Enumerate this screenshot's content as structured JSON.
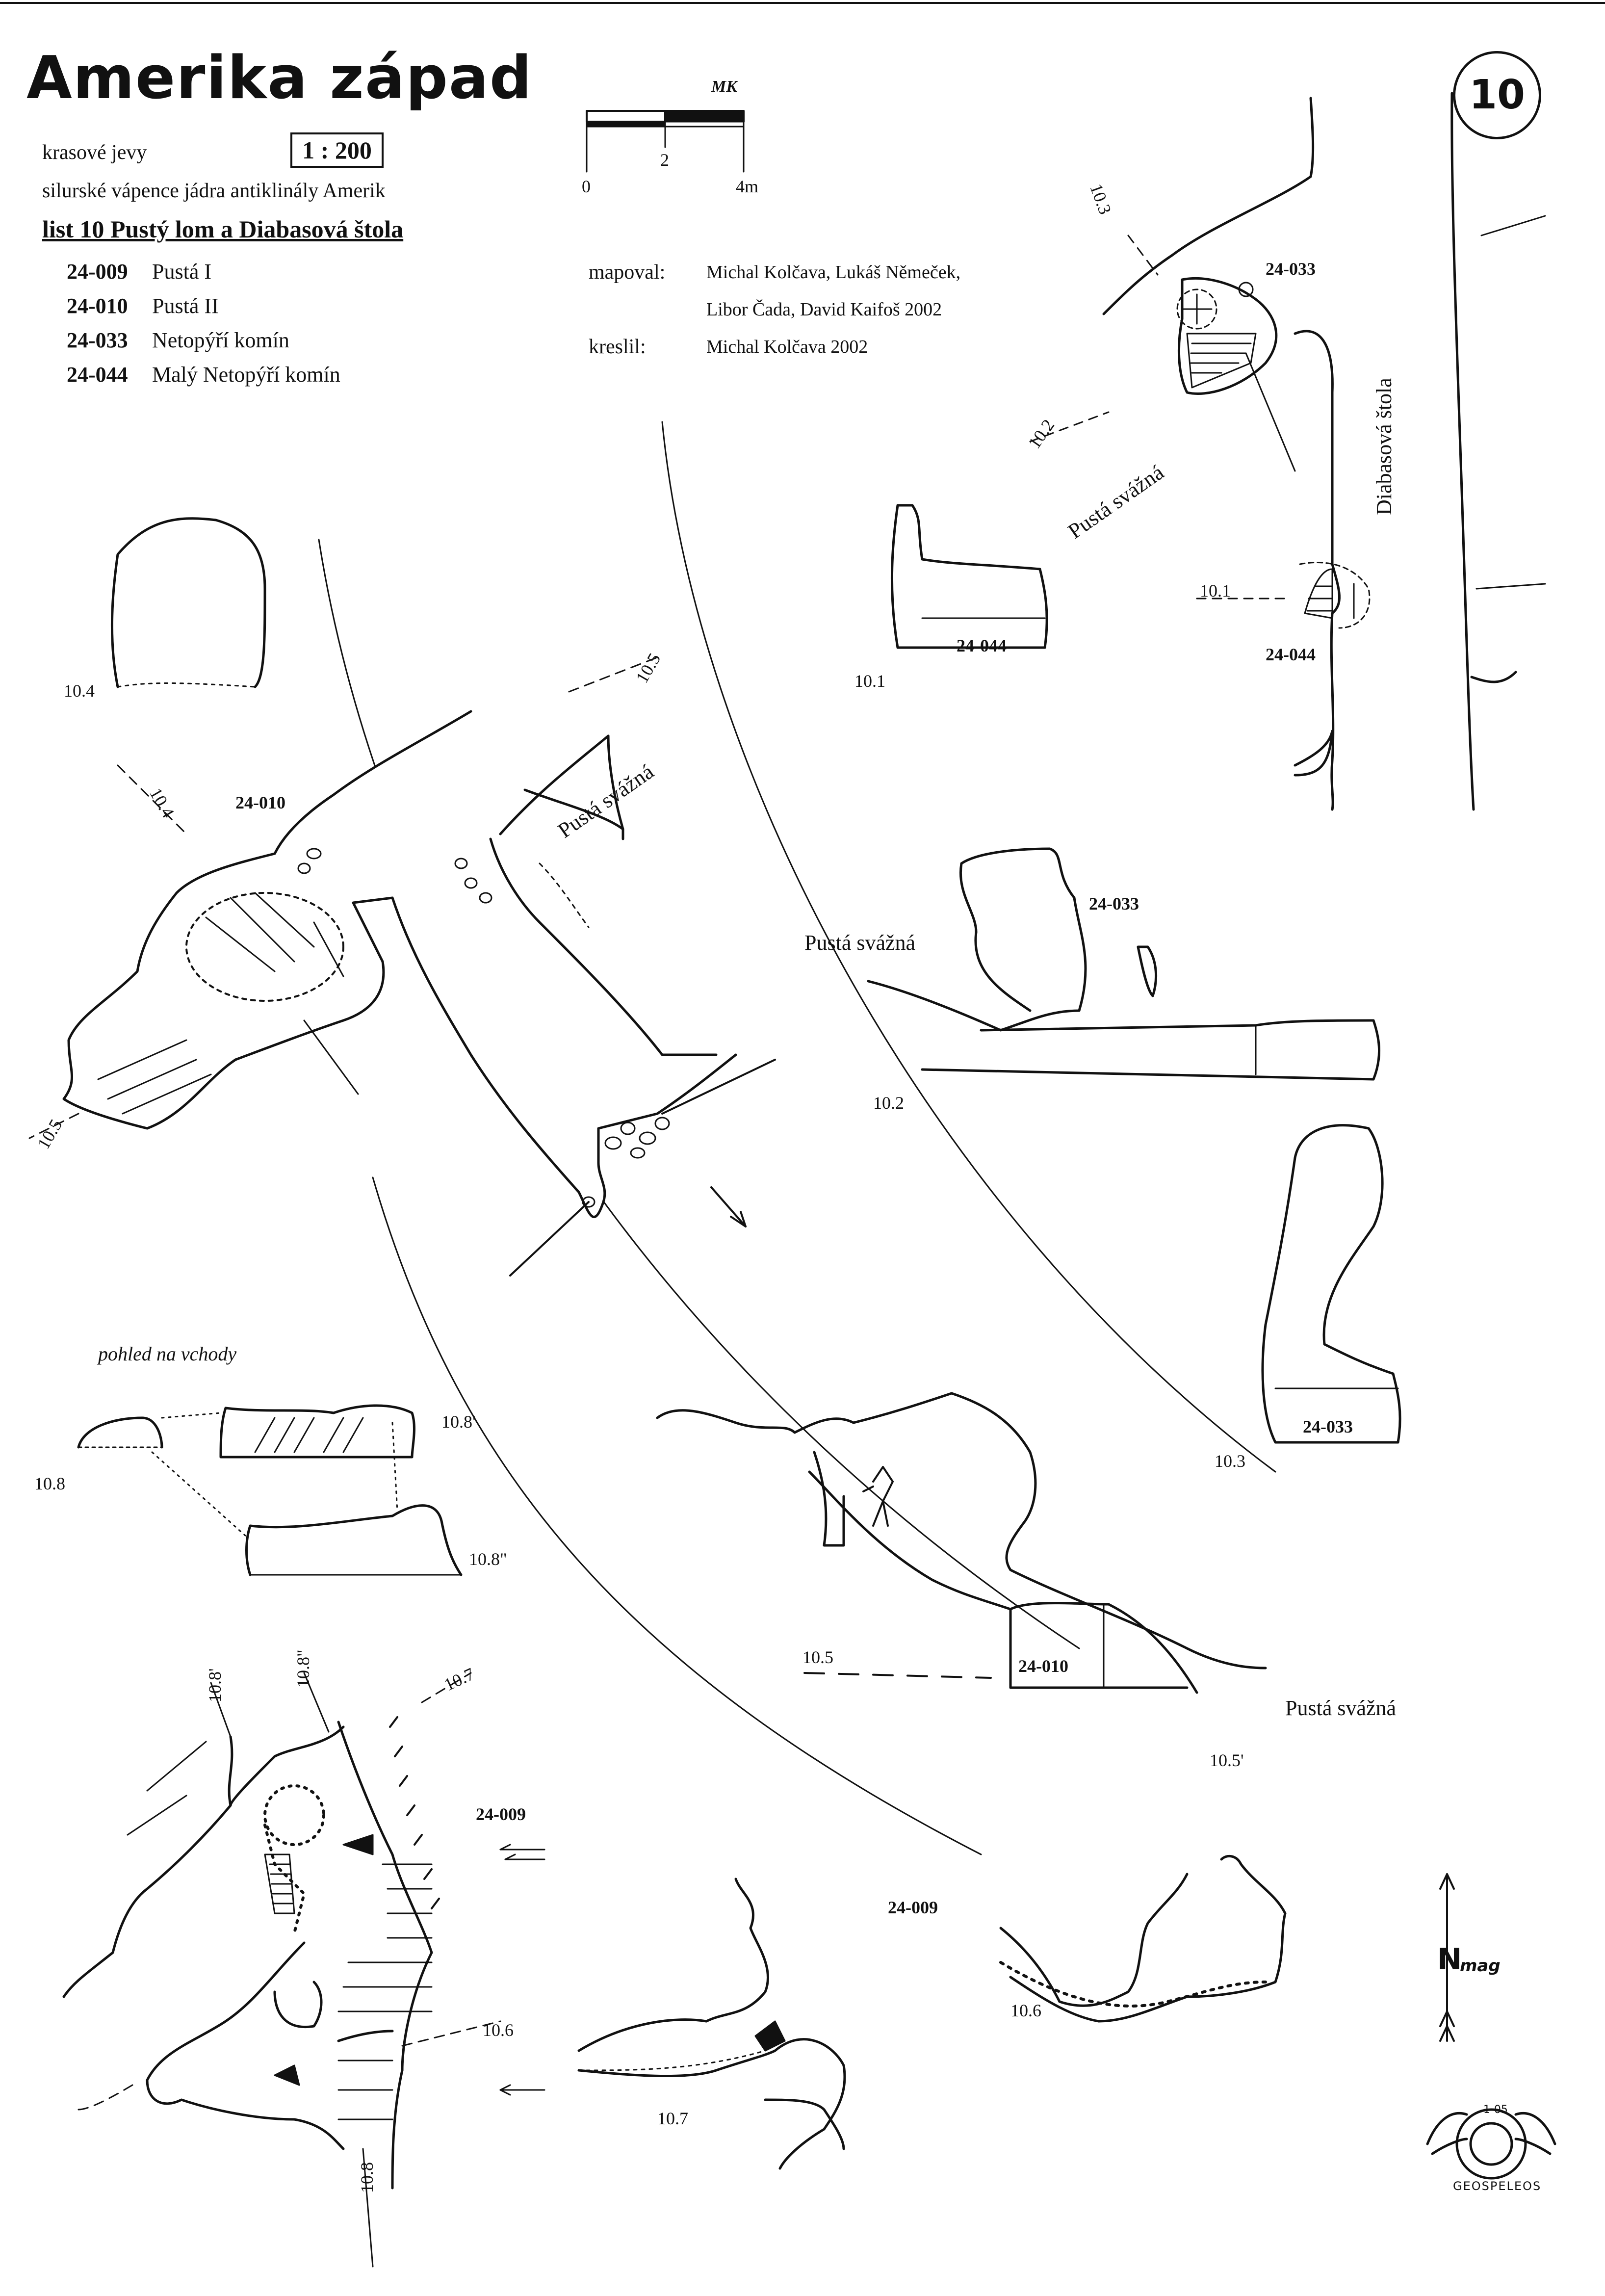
{
  "header": {
    "title": "Amerika západ",
    "subtitle_1": "krasové jevy",
    "scale": "1 : 200",
    "subtitle_2": "silurské vápence jádra antiklinály Amerik",
    "list_title": "list 10  Pustý lom a Diabasová štola",
    "sheet_number": "10"
  },
  "caves": [
    {
      "code": "24-009",
      "name": "Pustá I"
    },
    {
      "code": "24-010",
      "name": "Pustá II"
    },
    {
      "code": "24-033",
      "name": "Netopýří komín"
    },
    {
      "code": "24-044",
      "name": "Malý Netopýří komín"
    }
  ],
  "credits": {
    "mapped_label": "mapoval:",
    "mapped_line1": "Michal Kolčava, Lukáš Němeček,",
    "mapped_line2": "Libor Čada, David Kaifoš 2002",
    "drawn_label": "kreslil:",
    "drawn_value": "Michal Kolčava 2002"
  },
  "scalebar": {
    "initials": "MK",
    "tick_0": "0",
    "tick_2": "2",
    "tick_4": "4m"
  },
  "labels": {
    "c24_033": "24-033",
    "c24_044": "24-044",
    "c24_010": "24-010",
    "c24_009": "24-009",
    "diabasova": "Diabasová štola",
    "pusta_svazna": "Pustá svážná",
    "pohled": "pohled na vchody",
    "north": "mag",
    "north_letter": "N",
    "logo_text": "GEOSPELEOS",
    "logo_small": "1-05"
  },
  "sections": {
    "s10_1": "10.1",
    "s10_2": "10.2",
    "s10_3": "10.3",
    "s10_4": "10.4",
    "s10_5": "10.5",
    "s10_5p": "10.5'",
    "s10_6": "10.6",
    "s10_7": "10.7",
    "s10_8": "10.8",
    "s10_8p": "10.8'",
    "s10_8pp": "10.8\""
  }
}
